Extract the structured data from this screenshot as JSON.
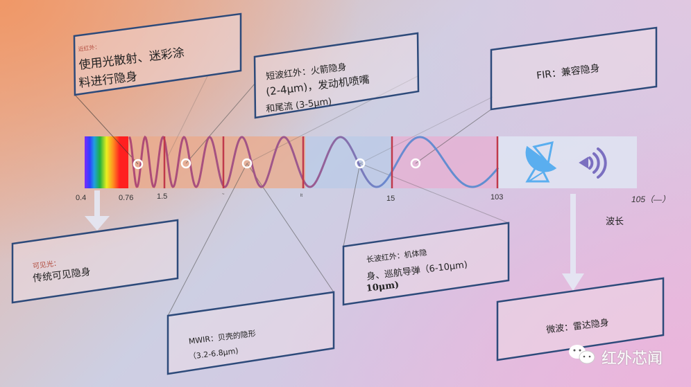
{
  "bands": {
    "near_ir": {
      "title": "近红外：",
      "line1": "使用光散射、迷彩涂",
      "line2": "料进行隐身"
    },
    "swir": {
      "line1": "短波红外：火箭隐身",
      "line2": "(2-4μm)，发动机喷嘴",
      "line3": "和尾流 (3-5μm)"
    },
    "fir": {
      "line1": "FIR：兼容隐身"
    },
    "visible": {
      "title": "可见光：",
      "line1": "传统可见隐身"
    },
    "mwir": {
      "line1": "MWIR：贝壳的隐形",
      "line2": "（3.2-6.8μm)"
    },
    "lwir": {
      "line1": "长波红外：机体隐",
      "line2": "身、巡航导弹（6-10μm)",
      "line3": "10μm)"
    },
    "microwave": {
      "line1": "微波：雷达隐身"
    }
  },
  "axis": {
    "ticks": [
      "0.4",
      "0.76",
      "1.5",
      "~",
      "lt",
      "15",
      "103",
      "105（—）"
    ],
    "label": "波长"
  },
  "icons": [
    "satellite-dish-icon",
    "radio-wave-icon",
    "wechat-icon"
  ],
  "colors": {
    "divider": "#c0394b",
    "wave_warm": "#b04a74",
    "wave_cool": "#5f8fd0",
    "box_border": "#2d4a7a",
    "dish": "#5aaeef",
    "waves": "#7b6fc0"
  },
  "watermark": "红外芯闻"
}
